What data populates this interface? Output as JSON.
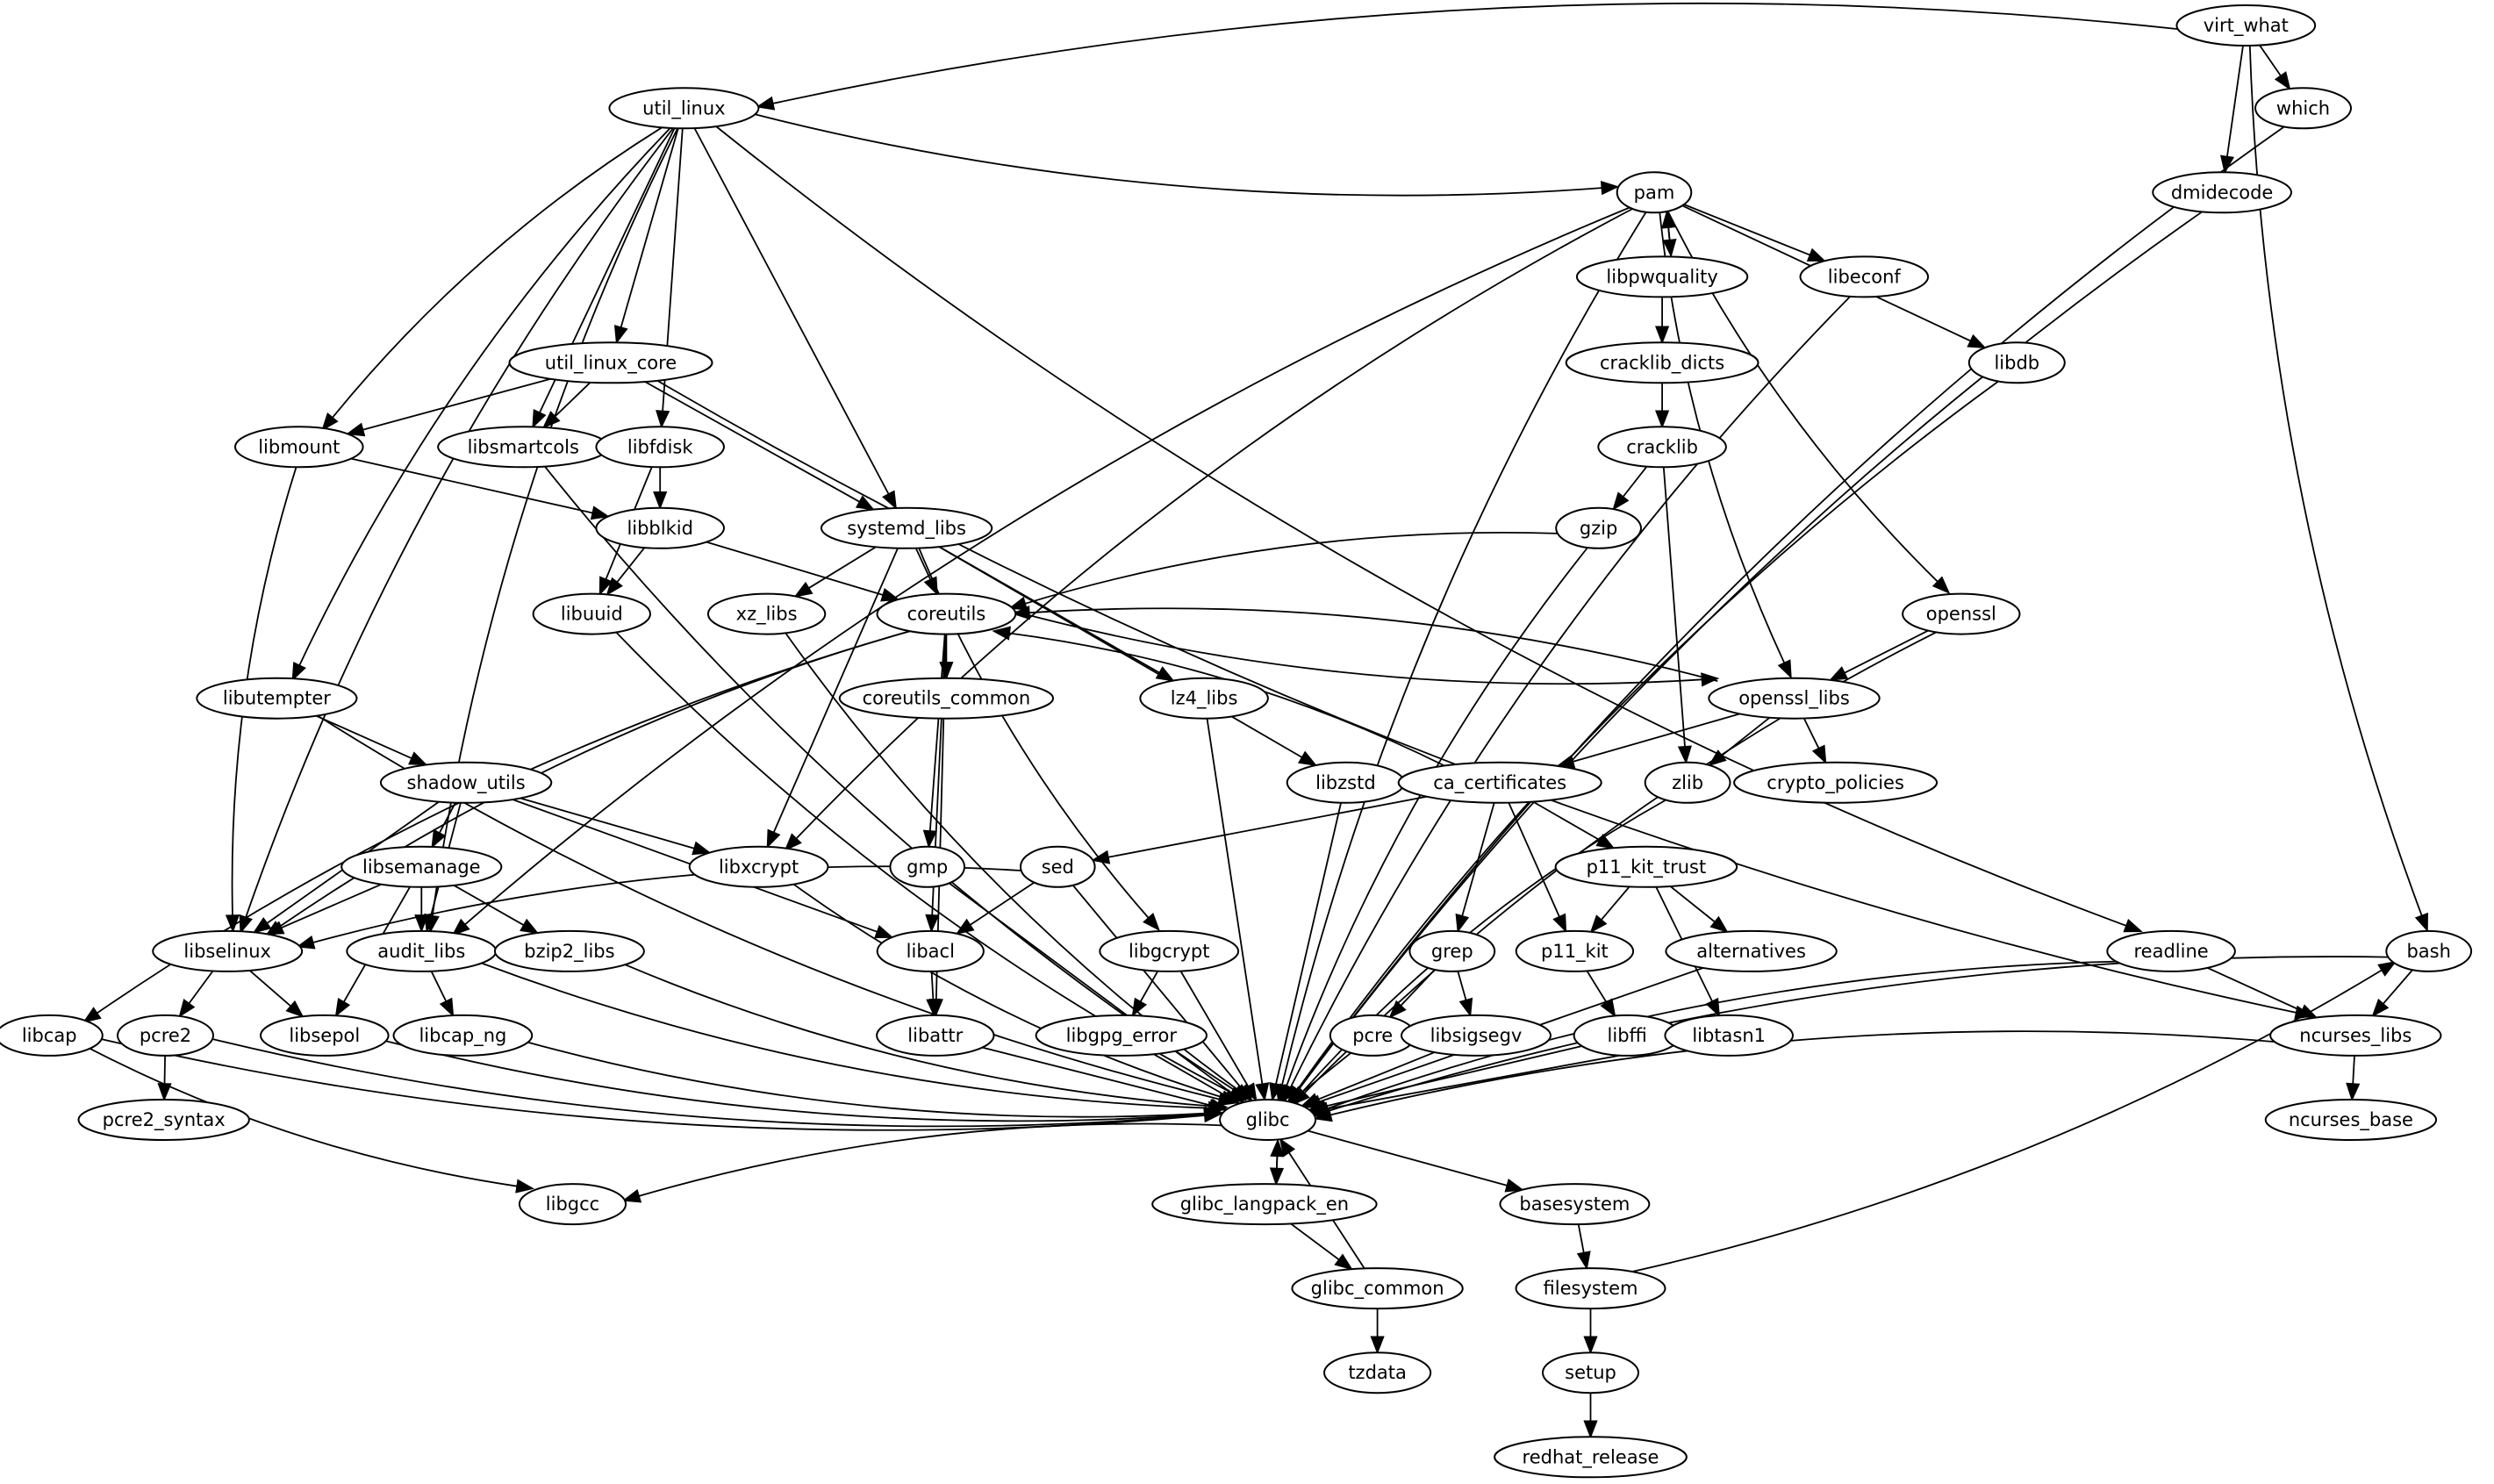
{
  "title": "Package dependency graph",
  "colors": {
    "background": "#ffffff",
    "stroke": "#000000",
    "text": "#000000"
  },
  "nodes": [
    "virt_what",
    "util_linux",
    "which",
    "pam",
    "dmidecode",
    "libpwquality",
    "libeconf",
    "util_linux_core",
    "cracklib_dicts",
    "libdb",
    "libmount",
    "libsmartcols",
    "libfdisk",
    "cracklib",
    "libblkid",
    "systemd_libs",
    "gzip",
    "libuuid",
    "xz_libs",
    "coreutils",
    "openssl",
    "libutempter",
    "coreutils_common",
    "lz4_libs",
    "openssl_libs",
    "shadow_utils",
    "libzstd",
    "ca_certificates",
    "zlib",
    "crypto_policies",
    "libsemanage",
    "libxcrypt",
    "gmp",
    "sed",
    "p11_kit_trust",
    "libselinux",
    "audit_libs",
    "bzip2_libs",
    "libacl",
    "libgcrypt",
    "grep",
    "p11_kit",
    "alternatives",
    "readline",
    "bash",
    "libcap",
    "pcre2",
    "libsepol",
    "libcap_ng",
    "libattr",
    "libgpg_error",
    "pcre",
    "libsigsegv",
    "libffi",
    "libtasn1",
    "ncurses_libs",
    "pcre2_syntax",
    "glibc",
    "ncurses_base",
    "libgcc",
    "glibc_langpack_en",
    "basesystem",
    "glibc_common",
    "filesystem",
    "tzdata",
    "setup",
    "redhat_release"
  ],
  "edges": [
    [
      "virt_what",
      "util_linux"
    ],
    [
      "virt_what",
      "which"
    ],
    [
      "virt_what",
      "dmidecode"
    ],
    [
      "virt_what",
      "bash"
    ],
    [
      "util_linux",
      "pam"
    ],
    [
      "util_linux",
      "util_linux_core"
    ],
    [
      "util_linux",
      "libmount"
    ],
    [
      "util_linux",
      "libsmartcols"
    ],
    [
      "util_linux",
      "libfdisk"
    ],
    [
      "util_linux",
      "systemd_libs"
    ],
    [
      "util_linux",
      "libutempter"
    ],
    [
      "util_linux",
      "libselinux"
    ],
    [
      "util_linux",
      "readline"
    ],
    [
      "util_linux",
      "audit_libs"
    ],
    [
      "which",
      "glibc"
    ],
    [
      "dmidecode",
      "glibc"
    ],
    [
      "pam",
      "libpwquality"
    ],
    [
      "libpwquality",
      "pam"
    ],
    [
      "pam",
      "libeconf"
    ],
    [
      "pam",
      "libdb"
    ],
    [
      "pam",
      "openssl_libs"
    ],
    [
      "pam",
      "openssl"
    ],
    [
      "pam",
      "libxcrypt"
    ],
    [
      "pam",
      "audit_libs"
    ],
    [
      "pam",
      "glibc"
    ],
    [
      "libpwquality",
      "cracklib_dicts"
    ],
    [
      "cracklib_dicts",
      "cracklib"
    ],
    [
      "libeconf",
      "glibc"
    ],
    [
      "libdb",
      "glibc"
    ],
    [
      "util_linux_core",
      "libmount"
    ],
    [
      "util_linux_core",
      "libsmartcols"
    ],
    [
      "util_linux_core",
      "systemd_libs"
    ],
    [
      "util_linux_core",
      "ncurses_libs"
    ],
    [
      "libmount",
      "libblkid"
    ],
    [
      "libmount",
      "libselinux"
    ],
    [
      "libsmartcols",
      "glibc"
    ],
    [
      "libfdisk",
      "libblkid"
    ],
    [
      "libfdisk",
      "libuuid"
    ],
    [
      "cracklib",
      "gzip"
    ],
    [
      "cracklib",
      "zlib"
    ],
    [
      "libblkid",
      "libuuid"
    ],
    [
      "libblkid",
      "coreutils"
    ],
    [
      "systemd_libs",
      "coreutils"
    ],
    [
      "systemd_libs",
      "xz_libs"
    ],
    [
      "systemd_libs",
      "lz4_libs"
    ],
    [
      "systemd_libs",
      "libzstd"
    ],
    [
      "systemd_libs",
      "libgcrypt"
    ],
    [
      "systemd_libs",
      "libxcrypt"
    ],
    [
      "gzip",
      "coreutils"
    ],
    [
      "gzip",
      "glibc"
    ],
    [
      "libuuid",
      "glibc"
    ],
    [
      "xz_libs",
      "glibc"
    ],
    [
      "coreutils",
      "coreutils_common"
    ],
    [
      "coreutils",
      "openssl_libs"
    ],
    [
      "coreutils",
      "gmp"
    ],
    [
      "coreutils",
      "libacl"
    ],
    [
      "coreutils",
      "libattr"
    ],
    [
      "coreutils",
      "libselinux"
    ],
    [
      "coreutils",
      "libcap"
    ],
    [
      "openssl",
      "openssl_libs"
    ],
    [
      "openssl",
      "glibc"
    ],
    [
      "libutempter",
      "shadow_utils"
    ],
    [
      "libutempter",
      "glibc"
    ],
    [
      "lz4_libs",
      "glibc"
    ],
    [
      "openssl_libs",
      "coreutils"
    ],
    [
      "openssl_libs",
      "ca_certificates"
    ],
    [
      "openssl_libs",
      "zlib"
    ],
    [
      "openssl_libs",
      "crypto_policies"
    ],
    [
      "shadow_utils",
      "libsemanage"
    ],
    [
      "shadow_utils",
      "libselinux"
    ],
    [
      "shadow_utils",
      "audit_libs"
    ],
    [
      "shadow_utils",
      "libxcrypt"
    ],
    [
      "shadow_utils",
      "libacl"
    ],
    [
      "libzstd",
      "glibc"
    ],
    [
      "ca_certificates",
      "coreutils"
    ],
    [
      "ca_certificates",
      "sed"
    ],
    [
      "ca_certificates",
      "grep"
    ],
    [
      "ca_certificates",
      "p11_kit"
    ],
    [
      "ca_certificates",
      "p11_kit_trust"
    ],
    [
      "zlib",
      "glibc"
    ],
    [
      "libsemanage",
      "libselinux"
    ],
    [
      "libsemanage",
      "audit_libs"
    ],
    [
      "libsemanage",
      "bzip2_libs"
    ],
    [
      "libsemanage",
      "libsepol"
    ],
    [
      "libxcrypt",
      "glibc"
    ],
    [
      "gmp",
      "glibc"
    ],
    [
      "sed",
      "libacl"
    ],
    [
      "sed",
      "libselinux"
    ],
    [
      "sed",
      "glibc"
    ],
    [
      "p11_kit_trust",
      "p11_kit"
    ],
    [
      "p11_kit_trust",
      "alternatives"
    ],
    [
      "p11_kit_trust",
      "libtasn1"
    ],
    [
      "libselinux",
      "pcre2"
    ],
    [
      "libselinux",
      "libsepol"
    ],
    [
      "audit_libs",
      "libcap_ng"
    ],
    [
      "audit_libs",
      "glibc"
    ],
    [
      "bzip2_libs",
      "glibc"
    ],
    [
      "libacl",
      "libattr"
    ],
    [
      "libgcrypt",
      "libgpg_error"
    ],
    [
      "libgcrypt",
      "glibc"
    ],
    [
      "grep",
      "pcre"
    ],
    [
      "grep",
      "libsigsegv"
    ],
    [
      "p11_kit",
      "libffi"
    ],
    [
      "alternatives",
      "glibc"
    ],
    [
      "readline",
      "ncurses_libs"
    ],
    [
      "readline",
      "glibc"
    ],
    [
      "bash",
      "ncurses_libs"
    ],
    [
      "bash",
      "glibc"
    ],
    [
      "libcap",
      "glibc"
    ],
    [
      "libcap",
      "libgcc"
    ],
    [
      "pcre2",
      "pcre2_syntax"
    ],
    [
      "pcre2",
      "glibc"
    ],
    [
      "libsepol",
      "glibc"
    ],
    [
      "libcap_ng",
      "glibc"
    ],
    [
      "libattr",
      "glibc"
    ],
    [
      "libgpg_error",
      "glibc"
    ],
    [
      "pcre",
      "glibc"
    ],
    [
      "libsigsegv",
      "glibc"
    ],
    [
      "libffi",
      "glibc"
    ],
    [
      "libtasn1",
      "glibc"
    ],
    [
      "ncurses_libs",
      "ncurses_base"
    ],
    [
      "ncurses_libs",
      "glibc"
    ],
    [
      "glibc",
      "libgcc"
    ],
    [
      "glibc",
      "glibc_langpack_en"
    ],
    [
      "glibc",
      "basesystem"
    ],
    [
      "glibc_langpack_en",
      "glibc"
    ],
    [
      "glibc_langpack_en",
      "glibc_common"
    ],
    [
      "glibc_common",
      "glibc"
    ],
    [
      "glibc_common",
      "tzdata"
    ],
    [
      "basesystem",
      "filesystem"
    ],
    [
      "filesystem",
      "setup"
    ],
    [
      "filesystem",
      "bash"
    ],
    [
      "setup",
      "redhat_release"
    ]
  ]
}
